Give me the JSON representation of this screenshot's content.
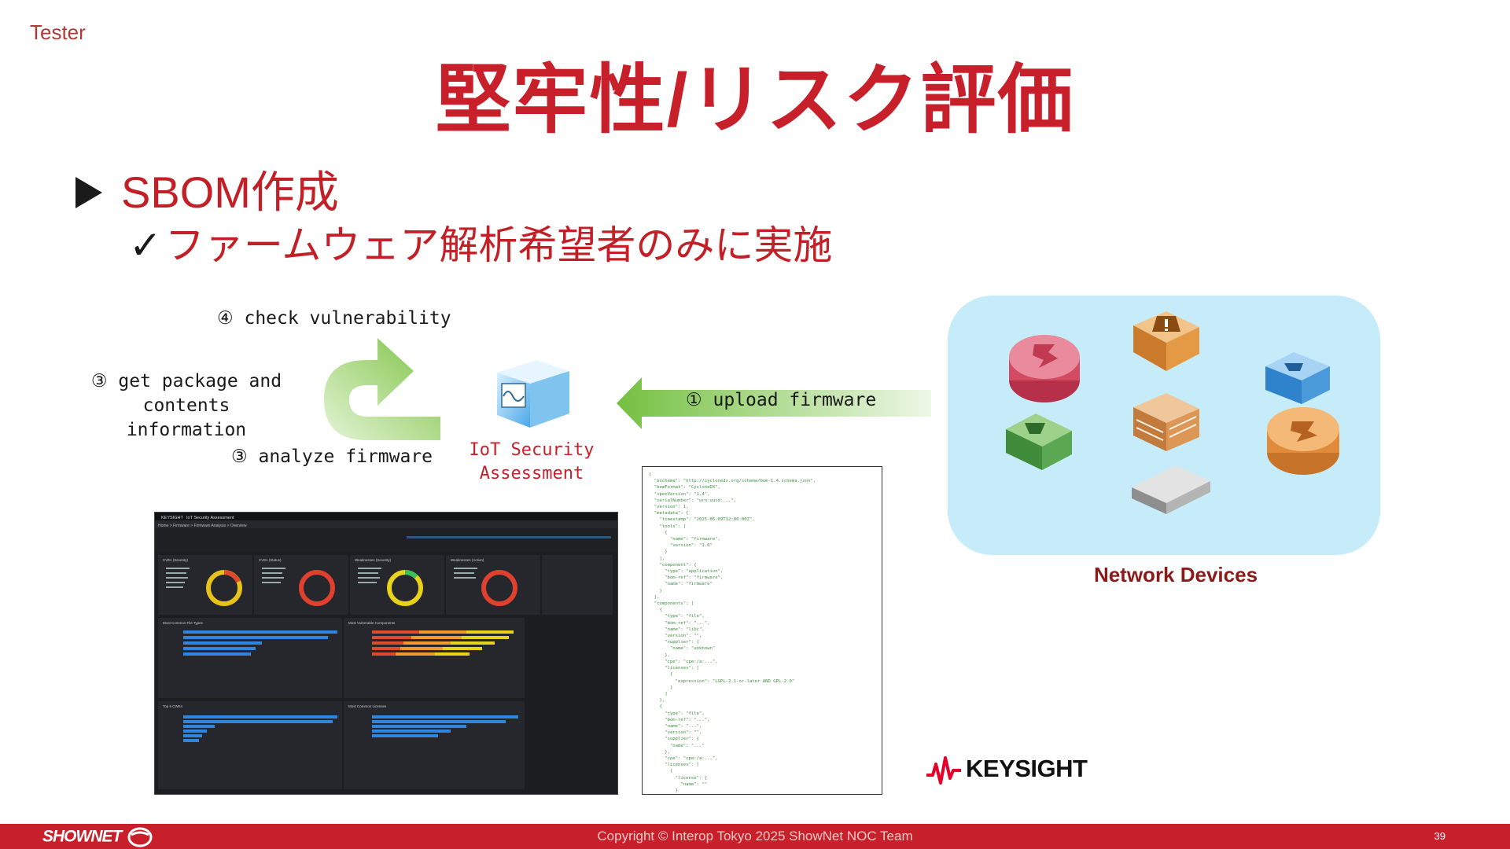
{
  "header": {
    "tag": "Tester",
    "title": "堅牢性/リスク評価"
  },
  "bullets": {
    "level1": "SBOM作成",
    "level2_check": "✓",
    "level2": "ファームウェア解析希望者のみに実施"
  },
  "diagram": {
    "step4": "④ check vulnerability",
    "step3a_line1": "③ get package and",
    "step3a_line2": "contents information",
    "step3b": "③ analyze firmware",
    "iot_label_line1": "IoT Security",
    "iot_label_line2": "Assessment",
    "upload": "① upload firmware",
    "network_label": "Network Devices"
  },
  "dashboard": {
    "brand": "KEYSIGHT",
    "app": "IoT Security Assessment",
    "breadcrumb": "Home > Firmware > Firmware Analysis > Overview",
    "donuts": [
      "CVEs (Severity)",
      "CVEs (Status)",
      "Weaknesses (Severity)",
      "Weaknesses (Action)"
    ],
    "panel_titles": [
      "Most Common File Types",
      "Most Vulnerable Components",
      "Top 5 CWEs",
      "Most Common Licenses"
    ]
  },
  "json_excerpt": "{\n  \"$schema\": \"http://cyclonedx.org/schema/bom-1.4.schema.json\",\n  \"bomFormat\": \"CycloneDX\",\n  \"specVersion\": \"1.4\",\n  \"serialNumber\": \"urn:uuid:...\",\n  \"version\": 1,\n  \"metadata\": {\n    \"timestamp\": \"2025-05-09T12:00:00Z\",\n    \"tools\": [\n      {\n        \"name\": \"firmware\",\n        \"version\": \"1.0\"\n      }\n    ],\n    \"component\": {\n      \"type\": \"application\",\n      \"bom-ref\": \"firmware\",\n      \"name\": \"firmware\"\n    }\n  },\n  \"components\": [\n    {\n      \"type\": \"file\",\n      \"bom-ref\": \"...\",\n      \"name\": \"libc\",\n      \"version\": \"\",\n      \"supplier\": {\n        \"name\": \"unknown\"\n      },\n      \"cpe\": \"cpe:/a:...\",\n      \"licenses\": [\n        {\n          \"expression\": \"LGPL-2.1-or-later AND GPL-2.0\"\n        }\n      ]\n    },\n    {\n      \"type\": \"file\",\n      \"bom-ref\": \"...\",\n      \"name\": \"...\",\n      \"version\": \"\",\n      \"supplier\": {\n        \"name\": \"...\"\n      },\n      \"cpe\": \"cpe:/a:...\",\n      \"licenses\": [\n        {\n          \"license\": {\n            \"name\": \"\"\n          }\n        }\n      ]\n    }\n  ]\n}",
  "footer": {
    "logo": "SHOWNET",
    "copyright": "Copyright © Interop Tokyo 2025 ShowNet NOC Team",
    "page": "39"
  },
  "keysight": {
    "text": "KEYSIGHT",
    "color": "#e4002b"
  },
  "colors": {
    "accent": "#c8202b",
    "cloud": "#c6ecf9",
    "arrow_green": "#7cc242"
  }
}
